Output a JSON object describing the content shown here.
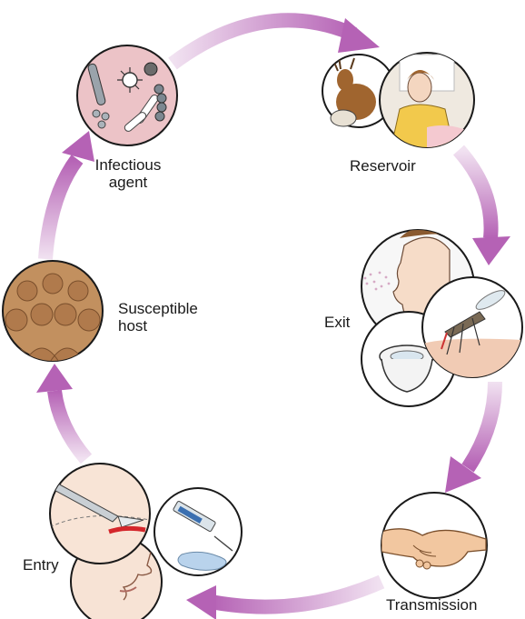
{
  "diagram": {
    "labels": {
      "infectious_agent": [
        "Infectious",
        "agent"
      ],
      "reservoir": "Reservoir",
      "exit": "Exit",
      "transmission": "Transmission",
      "entry": "Entry",
      "susceptible_host": [
        "Susceptible",
        "host"
      ]
    },
    "colors": {
      "arrow_light": "#ecd8ec",
      "arrow_dark": "#b560b5",
      "circle_stroke": "#1a1a1a",
      "agent_bg": "#ecc3c7",
      "host_bg": "#b07a4c",
      "skin": "#f6dcc8"
    },
    "icons": [
      "microbes-icon",
      "deer-icon",
      "cow-icon",
      "patient-icon",
      "cough-icon",
      "mosquito-icon",
      "toilet-icon",
      "handshake-icon",
      "scalpel-icon",
      "syringe-icon",
      "face-icon",
      "crowd-icon"
    ]
  }
}
